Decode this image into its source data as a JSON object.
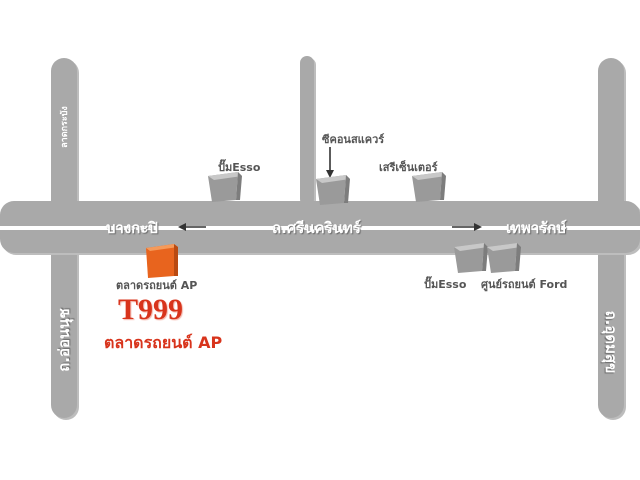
{
  "roads": {
    "main_horizontal": "ถ.ศรีนครินทร์",
    "left_vertical": "ถ.อ่อนนุช",
    "right_vertical": "ถ.อุดมสุข",
    "left_small_vertical": "ลาดกระบัง"
  },
  "directions": {
    "left": "บางกะปิ",
    "right": "เทพารักษ์"
  },
  "landmarks": {
    "esso_top": "ปั๊มEsso",
    "seacon": "ซีคอนสแควร์",
    "seri_center": "เสรีเซ็นเตอร์",
    "esso_bottom": "ปั๊มEsso",
    "ford": "ศูนย์รถยนต์ Ford",
    "ap_market": "ตลาดรถยนต์ AP"
  },
  "brand": {
    "title": "T999",
    "subtitle": "ตลาดรถยนต์ AP"
  },
  "colors": {
    "road": "#a9a9a9",
    "highlight": "#e8641e",
    "brand": "#d8341c"
  }
}
